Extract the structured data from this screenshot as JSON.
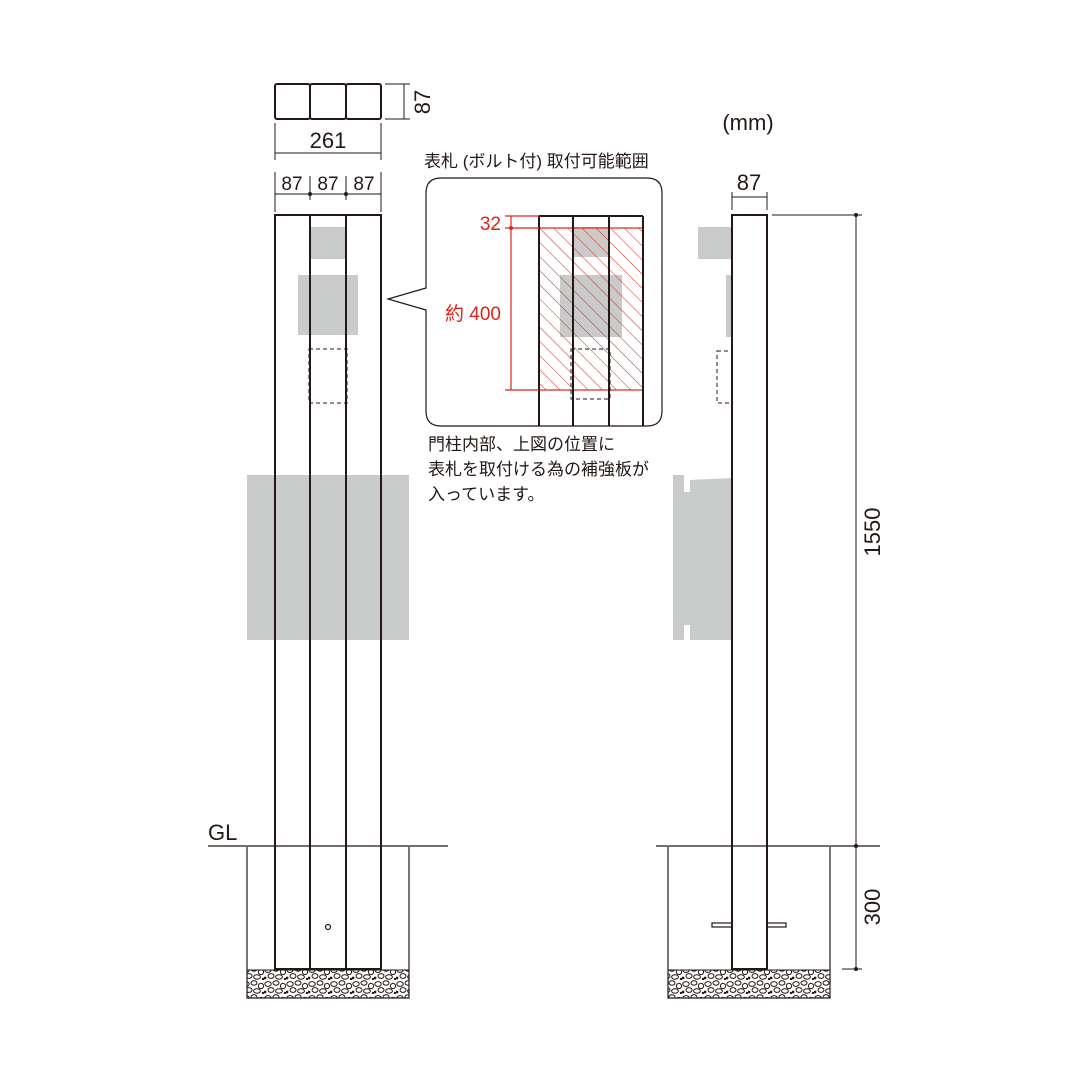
{
  "unit_label": "(mm)",
  "dimensions": {
    "top_depth": "87",
    "total_width": "261",
    "column_widths": [
      "87",
      "87",
      "87"
    ],
    "side_width": "87",
    "height_above_ground": "1550",
    "embed_depth": "300"
  },
  "ground_label": "GL",
  "detail": {
    "title": "表札 (ボルト付) 取付可能範囲",
    "top_offset": "32",
    "range_height": "約 400"
  },
  "note_lines": [
    "門柱内部、上図の位置に",
    "表札を取付ける為の補強板が",
    "入っています。"
  ],
  "colors": {
    "line": "#231815",
    "accent_red": "#d8261c",
    "fixture_grey": "#c9caca"
  }
}
